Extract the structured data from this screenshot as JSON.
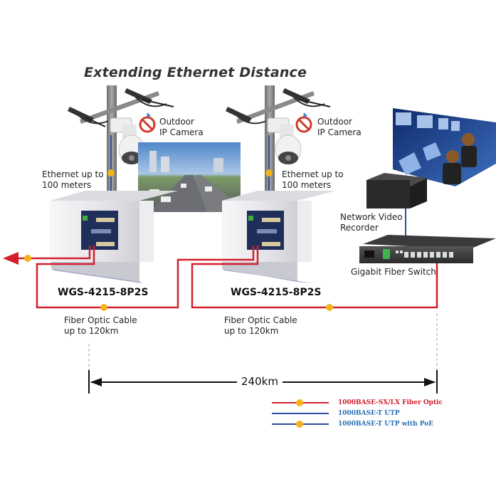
{
  "title": "Extending Ethernet Distance",
  "sites": [
    {
      "camera_label": [
        "Outdoor",
        "IP Camera"
      ],
      "ethernet_label": [
        "Ethernet up to",
        "100 meters"
      ],
      "switch_model": "WGS-4215-8P2S",
      "fiber_label": [
        "Fiber Optic Cable",
        "up to 120km"
      ]
    },
    {
      "camera_label": [
        "Outdoor",
        "IP Camera"
      ],
      "ethernet_label": [
        "Ethernet up to",
        "100 meters"
      ],
      "switch_model": "WGS-4215-8P2S",
      "fiber_label": [
        "Fiber Optic Cable",
        "up to 120km"
      ]
    }
  ],
  "control_room": {
    "nvr_label": [
      "Network Video",
      "Recorder"
    ],
    "core_switch_label": "Gigabit Fiber Switch"
  },
  "total_distance": "240km",
  "legend": [
    {
      "label": "1000BASE-SX/LX Fiber Optic",
      "line_color": "#d0202e",
      "badge": "SFP",
      "text_color": "#d0202e"
    },
    {
      "label": "1000BASE-T UTP",
      "line_color": "#2d4f9a",
      "badge": null,
      "text_color": "#2a6fb5"
    },
    {
      "label": "1000BASE-T UTP with PoE",
      "line_color": "#2d4f9a",
      "badge": "PoE",
      "text_color": "#2a6fb5"
    }
  ],
  "colors": {
    "fiber": "#d0202e",
    "utp": "#2d4f9a",
    "badge": "#f4b31c",
    "cabinet": "#e9e9ec",
    "switch_panel": "#1f2f5a"
  }
}
